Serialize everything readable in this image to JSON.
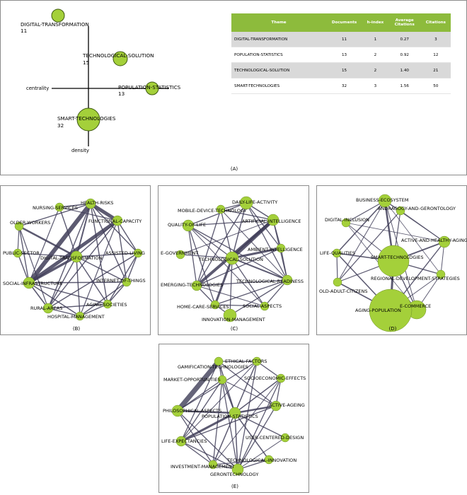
{
  "colors": {
    "node_fill": "#a4d03a",
    "node_stroke": "#3e5a10",
    "edge": "#3f3d58",
    "table_header": "#8dbb3c",
    "table_shade": "#d9d9d9"
  },
  "panel_a": {
    "caption": "(A)",
    "axis_x_label": "centrality",
    "axis_y_label": "density",
    "themes": [
      {
        "name": "DIGITAL-TRANSFORMATION",
        "documents": "11"
      },
      {
        "name": "TECHNOLOGICAL-SOLUTION",
        "documents": "15"
      },
      {
        "name": "POPULATION-STATISTICS",
        "documents": "13"
      },
      {
        "name": "SMART-TECHNOLOGIES",
        "documents": "32"
      }
    ],
    "table": {
      "headers": [
        "Theme",
        "Documents",
        "h-index",
        "Average Citations",
        "Citations"
      ],
      "rows": [
        [
          "DIGITAL-TRANSFORMATION",
          "11",
          "1",
          "0.27",
          "3"
        ],
        [
          "POPULATION-STATISTICS",
          "13",
          "2",
          "0.92",
          "12"
        ],
        [
          "TECHNOLOGICAL-SOLUTION",
          "15",
          "2",
          "1.40",
          "21"
        ],
        [
          "SMART-TECHNOLOGIES",
          "32",
          "3",
          "1.56",
          "50"
        ]
      ]
    }
  },
  "panel_b": {
    "caption": "(B)",
    "nodes": [
      "HEALTH-RISKS",
      "NURSING-SERVICES",
      "OLDER-WORKERS",
      "FUNCTIONAL-CAPACITY",
      "ASSISTED-LIVING",
      "PUBLIC-SECTOR",
      "DIGITAL-TRANSFORMATION",
      "SOCIAL-INFRASTRUCTURE",
      "INTERNET-OF-THINGS",
      "RURAL-AREAS",
      "AGING-SOCIETIES",
      "HOSPITAL-MANAGEMENT"
    ]
  },
  "panel_c": {
    "caption": "(C)",
    "nodes": [
      "DAILY-LIFE-ACTIVITY",
      "MOBILE-DEVICE-TECHNOLOGY",
      "QUALITY-OF-LIFE",
      "ARTIFICIAL-INTELLIGENCE",
      "AMBIENT-INTELLIGENCE",
      "E-GOVERNMENT",
      "TECHNOLOGICAL-SOLUTION",
      "TECHNOLOGICAL-READINESS",
      "EMERGING-TECHNOLOGIES",
      "HOME-CARE-SERVICES",
      "SOCIAL-ASPECTS",
      "INNOVATION-MANAGEMENT"
    ]
  },
  "panel_d": {
    "caption": "(D)",
    "nodes": [
      "BUSINESS-ECOSYSTEM",
      "ANDRAGOGY-AND-GERONTOLOGY",
      "DIGITAL-INCLUSION",
      "ACTIVE-AND-HEALTHY-AGING",
      "LIFE-QUALITIES",
      "SMART-TECHNOLOGIES",
      "REGIONAL-DEVELOPMENT-STRATEGIES",
      "OLD-ADULT-CITIZENS",
      "E-COMMERCE",
      "AGING-POPULATION"
    ]
  },
  "panel_e": {
    "caption": "(E)",
    "nodes": [
      "ETHICAL-FACTORS",
      "GAMIFICATION-TECHNOLOGIES",
      "MARKET-OPPORTUNITIES",
      "SOCIOECONOMIC-EFFECTS",
      "ACTIVE-AGEING",
      "PHILOSOPHICAL-ASPECTS",
      "POPULATION-STATISTICS",
      "LIFE-EXPECTANCIES",
      "USER-CENTERED-DESIGN",
      "TECHNOLOGICAL-INNOVATION",
      "INVESTMENT-MANAGEMENT",
      "GERONTECHNOLOGY"
    ]
  }
}
